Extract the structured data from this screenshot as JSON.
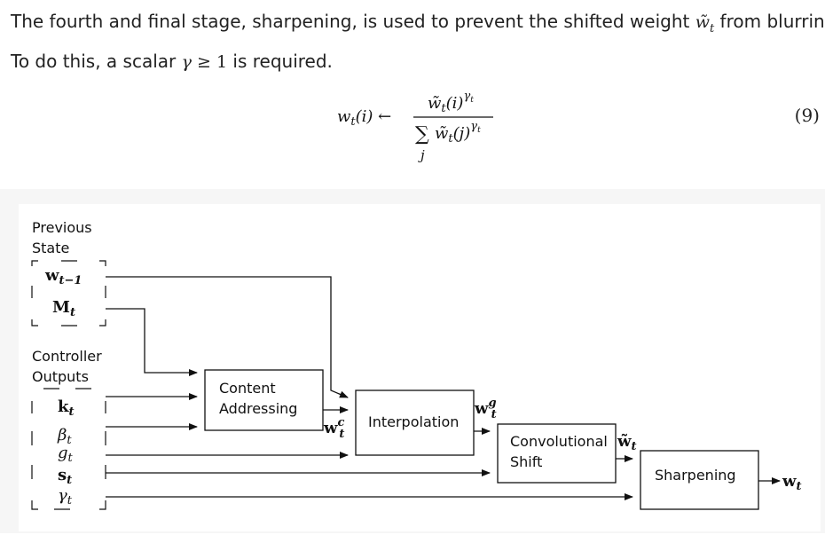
{
  "paragraph": {
    "line1_a": "The fourth and final stage, sharpening, is used to prevent the shifted weight ",
    "line1_b": " from blurring.",
    "line2_a": "To do this, a scalar ",
    "line2_b": " is required."
  },
  "equation": {
    "number": "(9)"
  },
  "figure": {
    "previous_state_label": [
      "Previous",
      "State"
    ],
    "controller_outputs_label": [
      "Controller",
      "Outputs"
    ],
    "boxes": {
      "content_addressing": [
        "Content",
        "Addressing"
      ],
      "interpolation": "Interpolation",
      "convolutional_shift": [
        "Convolutional",
        "Shift"
      ],
      "sharpening": "Sharpening"
    }
  }
}
